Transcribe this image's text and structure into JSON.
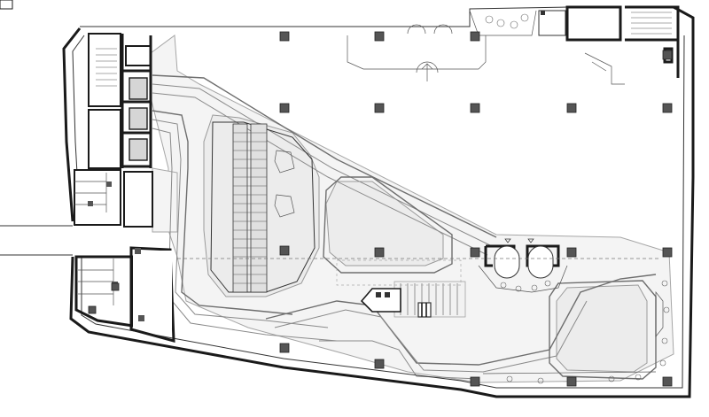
{
  "drawing": {
    "colors": {
      "background": "#ffffff",
      "wall": "#1a1a1a",
      "floor_zone": "#ececec",
      "path_line": "#8a8a8a",
      "column": "#555555"
    },
    "icons": [
      "column-marker",
      "escalator-bank",
      "lift-core",
      "stair-core",
      "revolving-door",
      "planter",
      "toilet-block"
    ]
  }
}
